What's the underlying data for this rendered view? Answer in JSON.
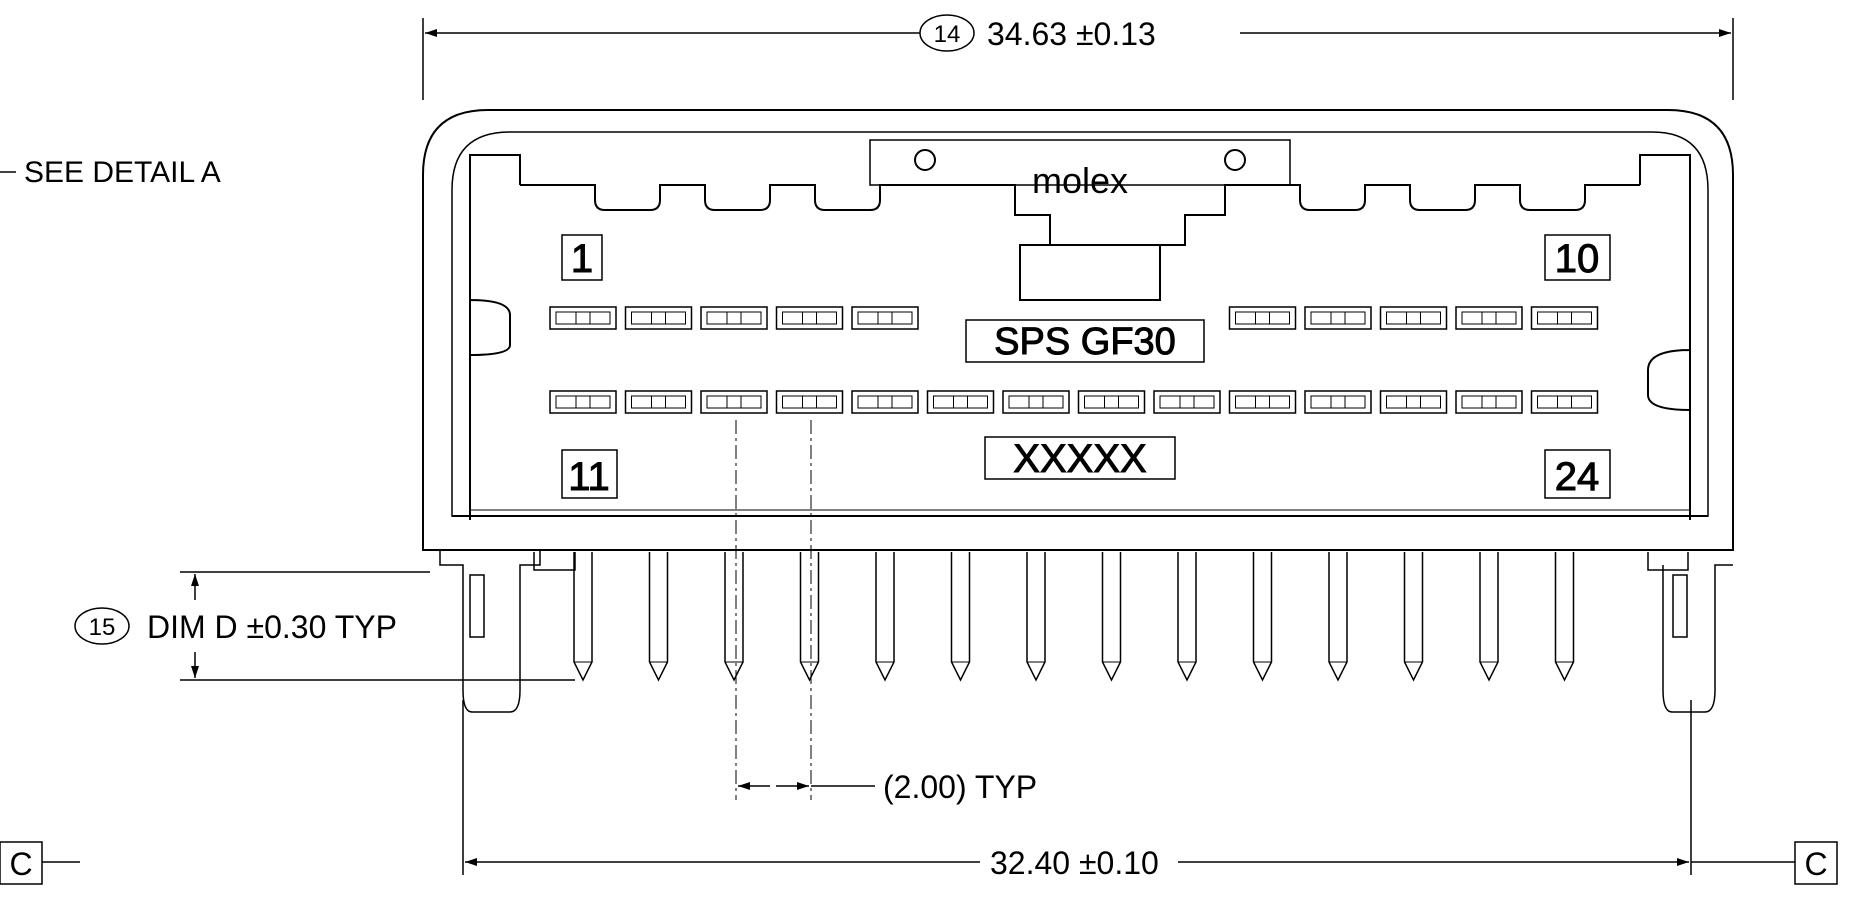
{
  "dimensions": {
    "overall_width": {
      "balloon": "14",
      "text": "34.63 ±0.13"
    },
    "pin_length": {
      "balloon": "15",
      "text": "DIM D ±0.30 TYP"
    },
    "pitch": {
      "text": "(2.00) TYP"
    },
    "peg_span": {
      "text": "32.40 ±0.10"
    }
  },
  "detail_callout": "SEE DETAIL A",
  "datum": {
    "left": "C",
    "right": "C"
  },
  "markings": {
    "brand": "molex",
    "part": "SPS GF30",
    "code": "XXXXX",
    "pin_numbers": {
      "top_left": "1",
      "top_right": "10",
      "bottom_left": "11",
      "bottom_right": "24"
    }
  },
  "pin_rows": {
    "top_left_count": 5,
    "top_right_count": 5,
    "bottom_count": 14,
    "lead_count": 14
  }
}
